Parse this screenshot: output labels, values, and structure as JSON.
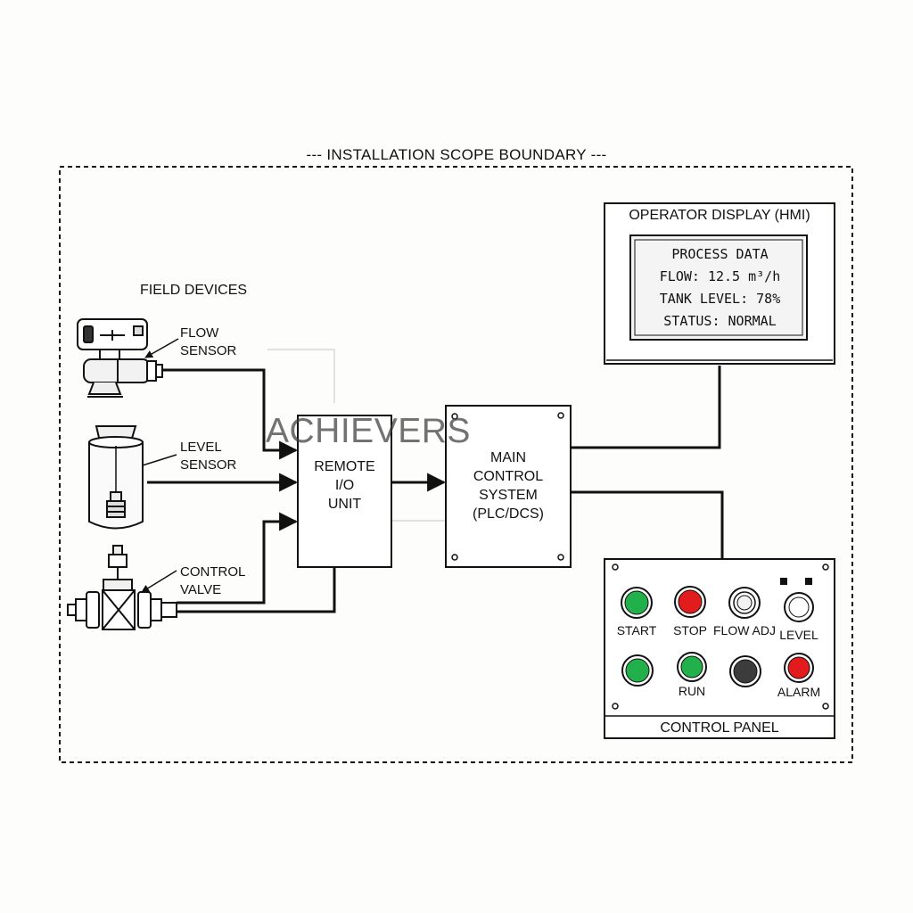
{
  "boundary": {
    "title": "--- INSTALLATION SCOPE BOUNDARY ---"
  },
  "field_devices": {
    "title": "FIELD DEVICES",
    "flow_sensor": [
      "FLOW",
      "SENSOR"
    ],
    "level_sensor": [
      "LEVEL",
      "SENSOR"
    ],
    "control_valve": [
      "CONTROL",
      "VALVE"
    ]
  },
  "remote_io": {
    "lines": [
      "REMOTE",
      "I/O",
      "UNIT"
    ]
  },
  "main_control": {
    "lines": [
      "MAIN",
      "CONTROL",
      "SYSTEM",
      "(PLC/DCS)"
    ]
  },
  "hmi": {
    "title": "OPERATOR DISPLAY (HMI)",
    "screen": [
      "PROCESS DATA",
      "FLOW: 12.5 m³/h",
      "TANK LEVEL: 78%",
      "STATUS: NORMAL"
    ]
  },
  "control_panel": {
    "title": "CONTROL PANEL",
    "labels": {
      "start": "START",
      "stop": "STOP",
      "flow_adj": "FLOW ADJ",
      "level": "LEVEL",
      "run": "RUN",
      "alarm": "ALARM"
    }
  },
  "watermark": "ACHIEVERS",
  "colors": {
    "green": "#22b04a",
    "red": "#e21c1c",
    "dark_knob": "#3c3c3c",
    "line": "#111111"
  }
}
